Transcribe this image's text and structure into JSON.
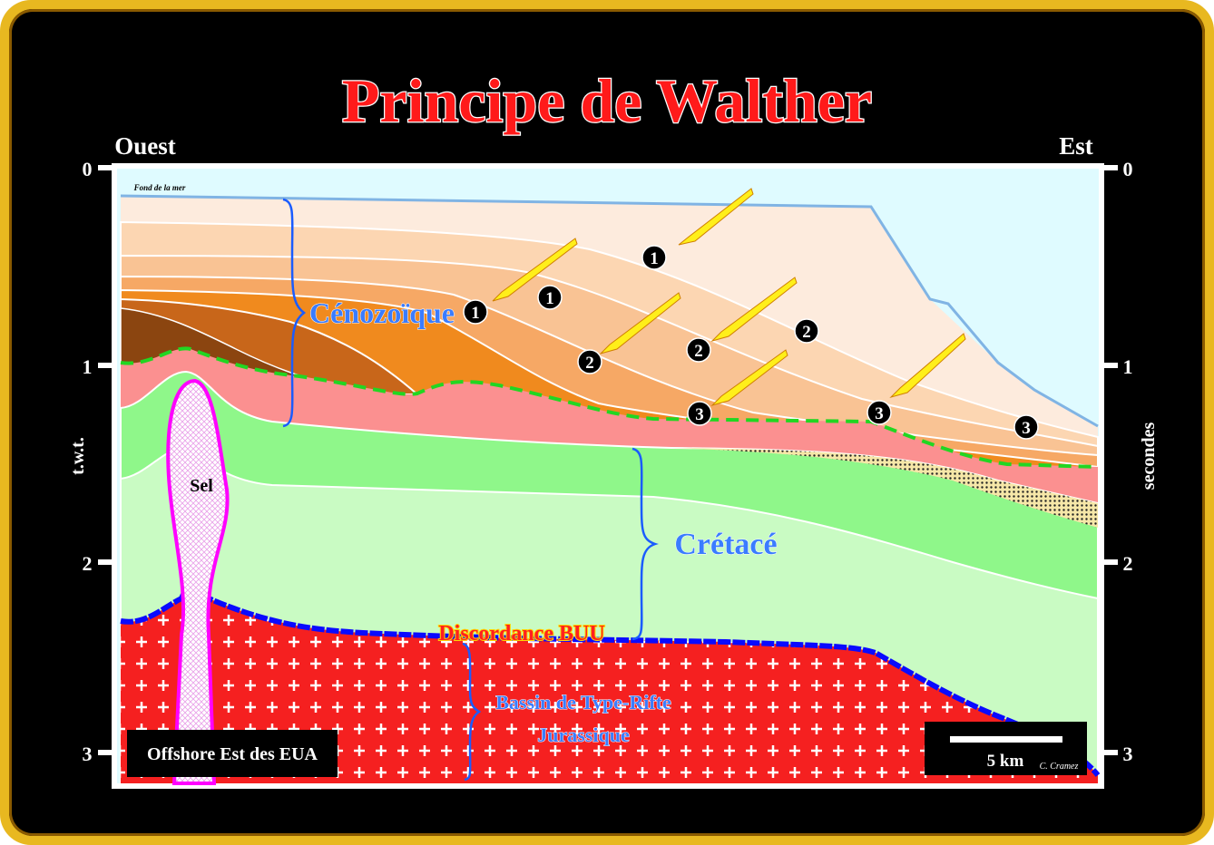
{
  "title": "Principe de Walther",
  "orientation": {
    "left": "Ouest",
    "right": "Est"
  },
  "axis": {
    "left_label": "t.w.t.",
    "right_label": "secondes",
    "ticks": [
      "0",
      "1",
      "2",
      "3"
    ]
  },
  "labels": {
    "seafloor": "Fond de la mer",
    "cenozoic": "Cénozoïque",
    "cretaceous": "Crétacé",
    "unconformity": "Discordance BUU",
    "rift_basin_1": "Bassin de Type-Rifte",
    "rift_basin_2": "Jurassique",
    "salt": "Sel",
    "location": "Offshore Est des EUA",
    "scale": "5 km",
    "credit": "C. Cramez"
  },
  "markers": [
    "1",
    "1",
    "1",
    "2",
    "2",
    "2",
    "3",
    "3",
    "3"
  ],
  "colors": {
    "title": "#ff1a1a",
    "water": "#dffbff",
    "seafloor": "#80b4e4",
    "cenozoic_orange": "#f08a1e",
    "pink": "#fb9090",
    "green": "#8ff78a",
    "light_green": "#c9fbc3",
    "basement": "#f52020",
    "unconformity_line": "#0a0aff",
    "dashed_line": "#22d622",
    "salt_outline": "#ff00ff",
    "label_blue": "#3a7cff"
  }
}
